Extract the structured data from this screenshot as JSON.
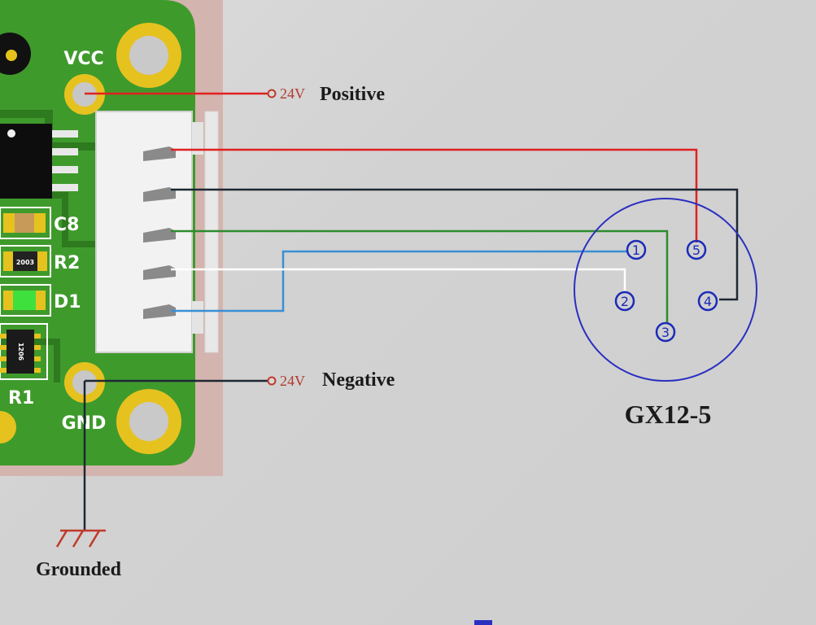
{
  "board": {
    "silk_vcc": "VCC",
    "silk_gnd": "GND",
    "silk_c8": "C8",
    "silk_r2": "R2",
    "silk_d1": "D1",
    "silk_r1": "R1",
    "chip_r2_code": "2003",
    "chip_r1_code": "1206"
  },
  "labels": {
    "positive_voltage": "24V",
    "positive_text": "Positive",
    "negative_voltage": "24V",
    "negative_text": "Negative",
    "grounded_text": "Grounded"
  },
  "connector": {
    "name": "GX12-5",
    "pins": [
      "1",
      "2",
      "3",
      "4",
      "5"
    ]
  },
  "colors": {
    "pcb_green": "#3f9a2c",
    "pad_gold": "#e6c21f",
    "wire_red": "#e02020",
    "wire_black": "#1c2833",
    "wire_green": "#2e8b2e",
    "wire_white": "#ffffff",
    "wire_blue": "#3a8fd6",
    "connector_blue": "#2a2fc0"
  }
}
